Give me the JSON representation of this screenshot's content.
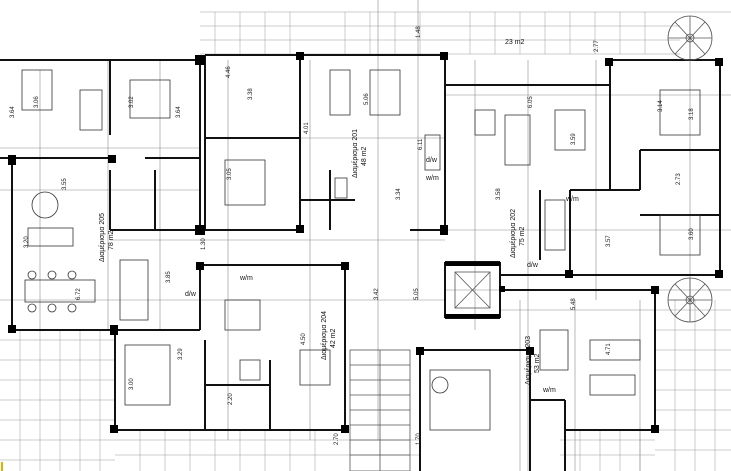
{
  "apartments": [
    {
      "name": "Διαμέρισμα 201",
      "area": "48 m2"
    },
    {
      "name": "Διαμέρισμα 202",
      "area": "75 m2"
    },
    {
      "name": "Διαμέρισμα 203",
      "area": "53 m2"
    },
    {
      "name": "Διαμέρισμα 204",
      "area": "42 m2"
    },
    {
      "name": "Διαμέρισμα 205",
      "area": "78 m2"
    }
  ],
  "terrace_area": "23 m2",
  "appliance_labels": {
    "dw": "d/w",
    "wm": "w/m"
  },
  "dimensions": [
    "3.06",
    "3.02",
    "3.64",
    "3.64",
    "4.46",
    "3.38",
    "5.06",
    "4.01",
    "6.11",
    "3.05",
    "3.34",
    "1.48",
    "2.77",
    "6.05",
    "3.59",
    "3.14",
    "3.18",
    "3.58",
    "3.55",
    "3.20",
    "6.72",
    "3.85",
    "1.30",
    "3.42",
    "5.05",
    "2.73",
    "3.57",
    "3.60",
    "4.50",
    "3.00",
    "3.29",
    "2.20",
    "5.48",
    "4.71",
    "2.70",
    "1.70"
  ]
}
